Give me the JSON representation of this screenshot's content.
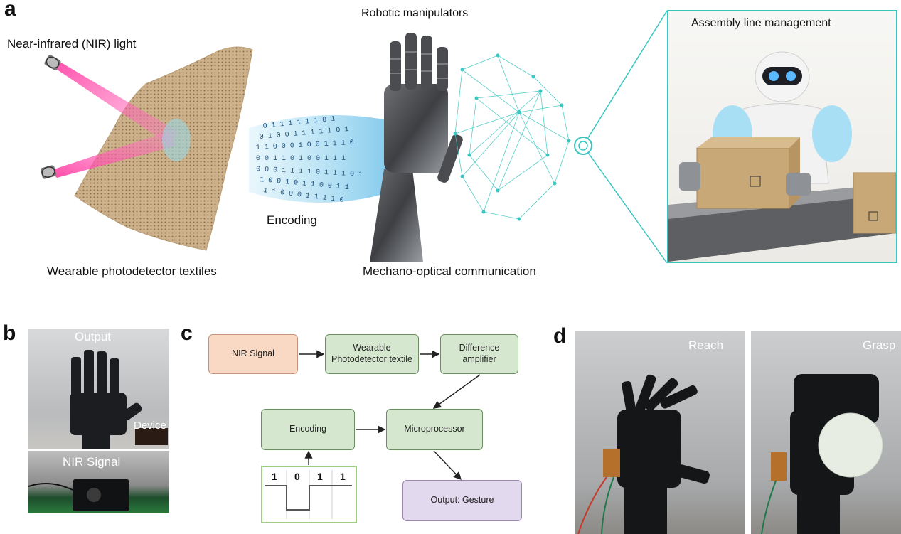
{
  "panels": {
    "a": "a",
    "b": "b",
    "c": "c",
    "d": "d"
  },
  "panel_a": {
    "nir_light": "Near-infrared (NIR) light",
    "robotic_manipulators": "Robotic manipulators",
    "assembly_line": "Assembly line management",
    "encoding": "Encoding",
    "textiles": "Wearable photodetector textiles",
    "communication": "Mechano-optical communication",
    "binary_rows": [
      "0 1 1 1 1 1 1 0 1",
      "0 1 0 0 1 1 1 1 1 0 1",
      "1 1 0 0 0 1 0 0 1 1 1 0",
      "0 0 1 1 0 1 0 0 1 1 1",
      "0 0 0 1 1 1 1 0 1 1 1 0 1",
      "1 0 0 1 0 1 1 0 0 1 1",
      "1 1 0 0 0 1 1 1 1 0"
    ]
  },
  "panel_b": {
    "output": "Output",
    "device": "Device",
    "nir_signal": "NIR Signal"
  },
  "panel_c": {
    "nir_signal": "NIR Signal",
    "textile_line1": "Wearable",
    "textile_line2": "Photodetector textile",
    "amplifier_line1": "Difference",
    "amplifier_line2": "amplifier",
    "encoding": "Encoding",
    "microprocessor": "Microprocessor",
    "output": "Output: Gesture",
    "bits": [
      "1",
      "0",
      "1",
      "1"
    ]
  },
  "panel_d": {
    "reach": "Reach",
    "grasp": "Grasp"
  },
  "colors": {
    "pink_beam": "#ff3fa4",
    "teal": "#38c6c0",
    "orange_box": "#f9d9c4",
    "green_box": "#d5e8cf",
    "purple_box": "#e3d9ee"
  }
}
